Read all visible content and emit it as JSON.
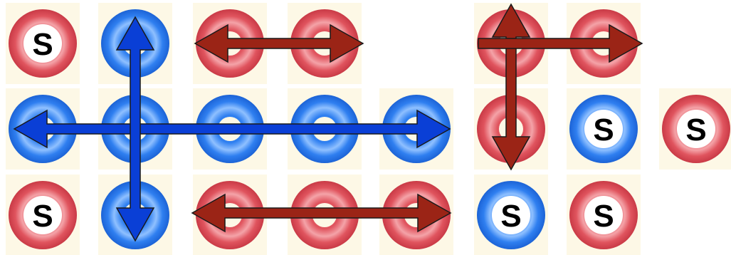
{
  "colors": {
    "red_ring": "#e0545e",
    "red_ring_light": "#f4a3a8",
    "blue_ring": "#2f7ff0",
    "blue_ring_light": "#8fc0ff",
    "blue_arrow": "#0a3fd6",
    "red_arrow": "#9b2416",
    "arrow_outline": "#1a1a1a",
    "tile_background": "#fdf8e6",
    "label_fill": "#ffffff",
    "label_text": "#000000"
  },
  "label": "S",
  "rings": [
    {
      "id": "r1c1",
      "color": "red",
      "label": true
    },
    {
      "id": "r1c2",
      "color": "blue",
      "label": false
    },
    {
      "id": "r1c3",
      "color": "red",
      "label": false
    },
    {
      "id": "r1c4",
      "color": "red",
      "label": false
    },
    {
      "id": "r1c6",
      "color": "red",
      "label": false
    },
    {
      "id": "r1c7",
      "color": "red",
      "label": false
    },
    {
      "id": "r2c1",
      "color": "blue",
      "label": false
    },
    {
      "id": "r2c2",
      "color": "blue",
      "label": false
    },
    {
      "id": "r2c3",
      "color": "blue",
      "label": false
    },
    {
      "id": "r2c4",
      "color": "blue",
      "label": false
    },
    {
      "id": "r2c5",
      "color": "blue",
      "label": false
    },
    {
      "id": "r2c6",
      "color": "red",
      "label": false
    },
    {
      "id": "r2c7",
      "color": "blue",
      "label": true
    },
    {
      "id": "r2c8",
      "color": "red",
      "label": true
    },
    {
      "id": "r3c1",
      "color": "red",
      "label": true
    },
    {
      "id": "r3c2",
      "color": "blue",
      "label": false
    },
    {
      "id": "r3c3",
      "color": "red",
      "label": false
    },
    {
      "id": "r3c4",
      "color": "red",
      "label": false
    },
    {
      "id": "r3c5",
      "color": "red",
      "label": false
    },
    {
      "id": "r3c6",
      "color": "blue",
      "label": true
    },
    {
      "id": "r3c7",
      "color": "red",
      "label": true
    }
  ],
  "arrows": [
    {
      "id": "blue-horizontal-arrow",
      "color": "blue",
      "orientation": "horizontal",
      "heads": "both"
    },
    {
      "id": "blue-vertical-arrow",
      "color": "blue",
      "orientation": "vertical",
      "heads": "both"
    },
    {
      "id": "red-top-horizontal-arrow",
      "color": "red",
      "orientation": "horizontal",
      "heads": "both"
    },
    {
      "id": "red-bottom-horizontal-arrow",
      "color": "red",
      "orientation": "horizontal",
      "heads": "both"
    },
    {
      "id": "red-right-vertical-arrow",
      "color": "red",
      "orientation": "vertical",
      "heads": "both"
    },
    {
      "id": "red-right-horizontal-arrow",
      "color": "red",
      "orientation": "horizontal",
      "heads": "end"
    }
  ]
}
